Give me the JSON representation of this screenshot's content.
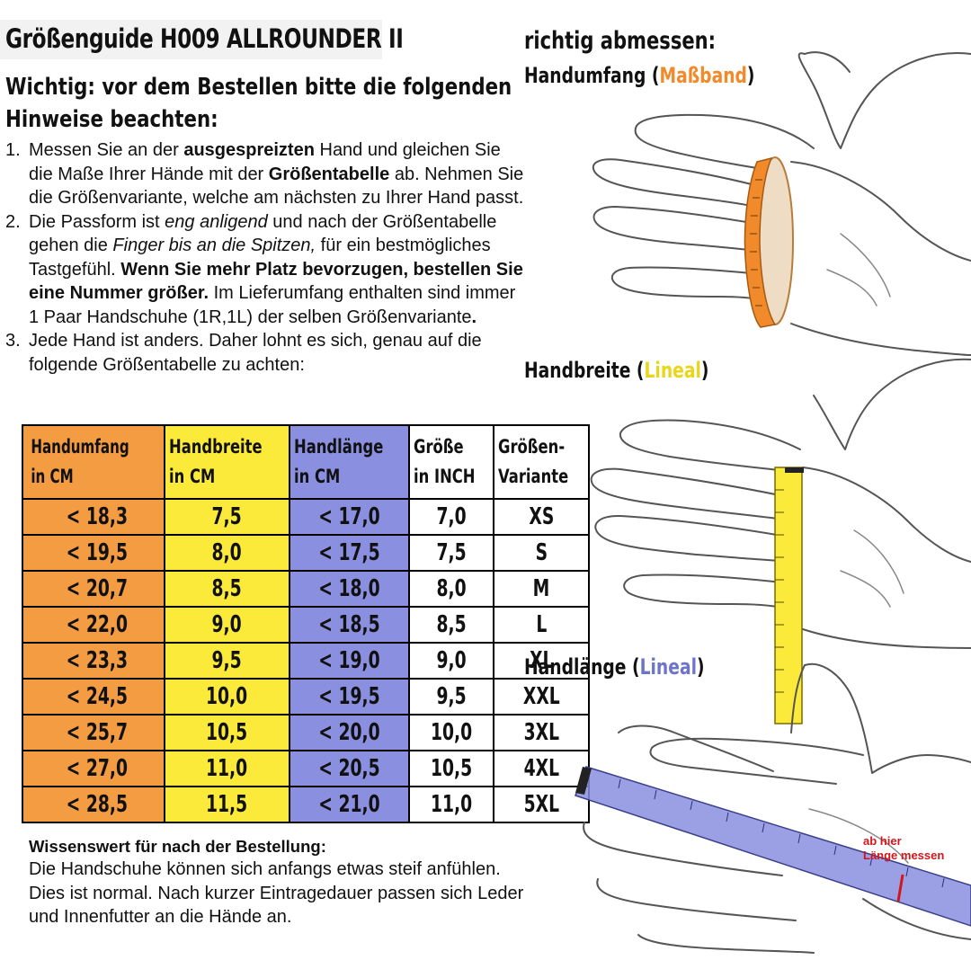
{
  "title": "Größenguide H009 ALLROUNDER II",
  "heading": {
    "line1": "Wichtig: vor dem Bestellen bitte die folgenden",
    "line2": "Hinweise beachten:"
  },
  "instructions": [
    {
      "num": "1.",
      "parts": [
        {
          "t": "Messen Sie an der ",
          "s": ""
        },
        {
          "t": "ausgespreizten",
          "s": "b"
        },
        {
          "t": " Hand und gleichen Sie die Maße Ihrer Hände mit der ",
          "s": ""
        },
        {
          "t": "Größentabelle",
          "s": "b"
        },
        {
          "t": " ab. Nehmen Sie die Größenvariante, welche am nächsten zu Ihrer Hand passt.",
          "s": ""
        }
      ]
    },
    {
      "num": "2.",
      "parts": [
        {
          "t": "Die Passform ist ",
          "s": ""
        },
        {
          "t": "eng anligend",
          "s": "i"
        },
        {
          "t": " und nach der Größentabelle gehen die ",
          "s": ""
        },
        {
          "t": "Finger bis an die Spitzen,",
          "s": "i"
        },
        {
          "t": " für ein bestmögliches Tastgefühl. ",
          "s": ""
        },
        {
          "t": "Wenn Sie mehr Platz bevorzugen, bestellen Sie eine Nummer größer.",
          "s": "b"
        },
        {
          "t": " Im Lieferumfang enthalten sind immer 1 Paar Handschuhe (1R,1L) der selben Größenvariante",
          "s": ""
        },
        {
          "t": ".",
          "s": "b"
        }
      ]
    },
    {
      "num": "3.",
      "parts": [
        {
          "t": "Jede Hand ist anders. Daher lohnt es sich, genau auf die folgende Größentabelle zu achten:",
          "s": ""
        }
      ]
    }
  ],
  "table": {
    "headers": [
      [
        "Handumfang",
        "in CM"
      ],
      [
        "Handbreite",
        "in CM"
      ],
      [
        "Handlänge",
        "in CM"
      ],
      [
        "Größe",
        "in INCH"
      ],
      [
        "Größen-",
        "Variante"
      ]
    ],
    "rows": [
      [
        "< 18,3",
        "7,5",
        "< 17,0",
        "7,0",
        "XS"
      ],
      [
        "< 19,5",
        "8,0",
        "< 17,5",
        "7,5",
        "S"
      ],
      [
        "< 20,7",
        "8,5",
        "< 18,0",
        "8,0",
        "M"
      ],
      [
        "< 22,0",
        "9,0",
        "< 18,5",
        "8,5",
        "L"
      ],
      [
        "< 23,3",
        "9,5",
        "< 19,0",
        "9,0",
        "XL"
      ],
      [
        "< 24,5",
        "10,0",
        "< 19,5",
        "9,5",
        "XXL"
      ],
      [
        "< 25,7",
        "10,5",
        "< 20,0",
        "10,0",
        "3XL"
      ],
      [
        "< 27,0",
        "11,0",
        "< 20,5",
        "10,5",
        "4XL"
      ],
      [
        "< 28,5",
        "11,5",
        "< 21,0",
        "11,0",
        "5XL"
      ]
    ]
  },
  "after_order": {
    "title": "Wissenswert für nach der Bestellung:",
    "text": "Die Handschuhe können sich anfangs etwas steif anfühlen. Dies ist normal. Nach kurzer Eintragedauer passen sich Leder und Innenfutter an die Hände an."
  },
  "measure": {
    "title": "richtig abmessen:",
    "circumference": {
      "label": "Handumfang (",
      "tool": "Maßband",
      "close": ")"
    },
    "width": {
      "label": "Handbreite (",
      "tool": "Lineal",
      "close": ")"
    },
    "length": {
      "label": "Handlänge (",
      "tool": "Lineal",
      "close": ")"
    },
    "length_note": [
      "ab hier",
      "Länge messen"
    ]
  },
  "colors": {
    "orange": "#f39c42",
    "yellow": "#fbea3a",
    "blue": "#8a8fe0",
    "red": "#d4161b"
  }
}
